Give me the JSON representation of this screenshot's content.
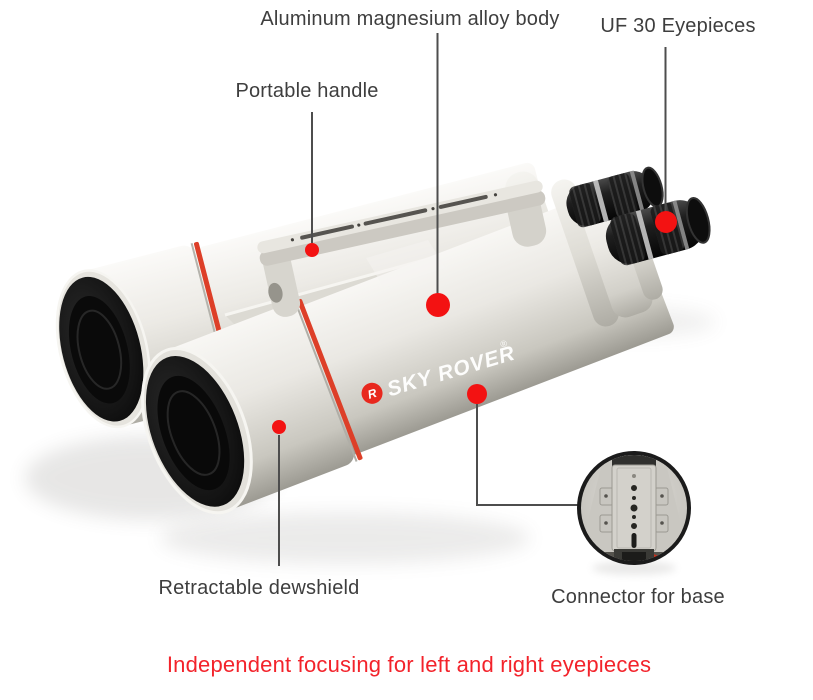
{
  "page": {
    "background_color": "#ffffff",
    "caption": {
      "text": "Independent focusing for left and right eyepieces",
      "color": "#f3232b"
    }
  },
  "brand": {
    "name": "SKY ROVER",
    "registered_mark": "®",
    "logo_letter": "R",
    "logo_color": "#e8281e"
  },
  "callouts": {
    "body": {
      "label": "Aluminum magnesium alloy body"
    },
    "eyepieces": {
      "label": "UF 30 Eyepieces"
    },
    "handle": {
      "label": "Portable handle"
    },
    "dewshield": {
      "label": "Retractable dewshield"
    },
    "connector": {
      "label": "Connector for base"
    }
  },
  "style": {
    "label_text_color": "#3e3e3e",
    "leader_line_color": "#4d4d4d",
    "callout_dot_color": "#f31212",
    "accent_ring_color": "#dd3f28",
    "body_color": "#e9e7e2",
    "eyepiece_color": "#1d1d1d"
  }
}
